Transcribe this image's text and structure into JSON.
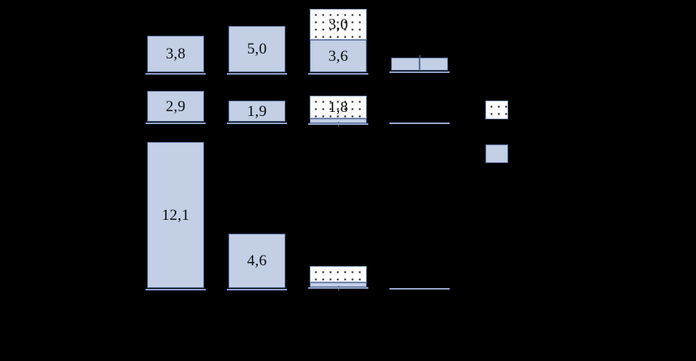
{
  "chart_data": {
    "type": "bar",
    "title": "",
    "xlabel": "",
    "ylabel": "",
    "grid": false,
    "legend_position": "right",
    "orientation": "vertical-grouped-stacked",
    "panels": [
      {
        "name": "row-1",
        "bars": [
          {
            "column": 1,
            "segments": [
              {
                "series": "solid",
                "value": "3,8",
                "numeric": 3.8,
                "pattern": "solid",
                "label_visible": true
              }
            ],
            "total": 3.8
          },
          {
            "column": 2,
            "segments": [
              {
                "series": "solid",
                "value": "5,0",
                "numeric": 5.0,
                "pattern": "solid",
                "label_visible": true
              }
            ],
            "total": 5.0
          },
          {
            "column": 3,
            "segments": [
              {
                "series": "dotted",
                "value": "3,0",
                "numeric": 3.0,
                "pattern": "dotted",
                "label_visible": true
              },
              {
                "series": "solid",
                "value": "3,6",
                "numeric": 3.6,
                "pattern": "solid",
                "label_visible": true
              }
            ],
            "total": 6.6
          },
          {
            "column": 4,
            "segments": [
              {
                "series": "solid",
                "value": "",
                "numeric": 0.4,
                "pattern": "solid",
                "label_visible": false
              },
              {
                "series": "solid",
                "value": "",
                "numeric": 0.4,
                "pattern": "solid",
                "label_visible": false
              }
            ],
            "total": 0.8
          }
        ]
      },
      {
        "name": "row-2",
        "bars": [
          {
            "column": 1,
            "segments": [
              {
                "series": "solid",
                "value": "2,9",
                "numeric": 2.9,
                "pattern": "solid",
                "label_visible": true
              }
            ],
            "total": 2.9
          },
          {
            "column": 2,
            "segments": [
              {
                "series": "solid",
                "value": "1,9",
                "numeric": 1.9,
                "pattern": "solid",
                "label_visible": true
              }
            ],
            "total": 1.9
          },
          {
            "column": 3,
            "segments": [
              {
                "series": "dotted",
                "value": "1,8",
                "numeric": 1.8,
                "pattern": "dotted",
                "label_visible": true
              },
              {
                "series": "solid",
                "value": "",
                "numeric": 0.2,
                "pattern": "solid",
                "label_visible": false
              }
            ],
            "total": 2.0
          },
          {
            "column": 4,
            "segments": [],
            "total": 0.0
          }
        ]
      },
      {
        "name": "row-3",
        "bars": [
          {
            "column": 1,
            "segments": [
              {
                "series": "solid",
                "value": "12,1",
                "numeric": 12.1,
                "pattern": "solid",
                "label_visible": true
              }
            ],
            "total": 12.1
          },
          {
            "column": 2,
            "segments": [
              {
                "series": "solid",
                "value": "4,6",
                "numeric": 4.6,
                "pattern": "solid",
                "label_visible": true
              }
            ],
            "total": 4.6
          },
          {
            "column": 3,
            "segments": [
              {
                "series": "dotted",
                "value": "",
                "numeric": 1.2,
                "pattern": "dotted",
                "label_visible": false
              },
              {
                "series": "solid",
                "value": "",
                "numeric": 0.3,
                "pattern": "solid",
                "label_visible": false
              }
            ],
            "total": 1.5
          },
          {
            "column": 4,
            "segments": [],
            "total": 0.0
          }
        ]
      }
    ],
    "legend": [
      {
        "key": "dotted",
        "label": "",
        "pattern": "dotted",
        "color": "#fdfdfd"
      },
      {
        "key": "solid",
        "label": "",
        "pattern": "solid",
        "color": "#c2cfe5"
      }
    ],
    "colors": {
      "background": "#000000",
      "bar_fill": "#c2cfe5",
      "bar_border": "#5b6f9c",
      "pattern_fill": "#fdfdfd",
      "pattern_dot": "#101010",
      "baseline": "#8a9ec4",
      "label_text": "#0d0d0d"
    }
  },
  "labels": {
    "r1c1": "3,8",
    "r1c2": "5,0",
    "r1c3_top": "3,0",
    "r1c3_bottom": "3,6",
    "r2c1": "2,9",
    "r2c2": "1,9",
    "r2c3": "1,8",
    "r3c1": "12,1",
    "r3c2": "4,6"
  }
}
